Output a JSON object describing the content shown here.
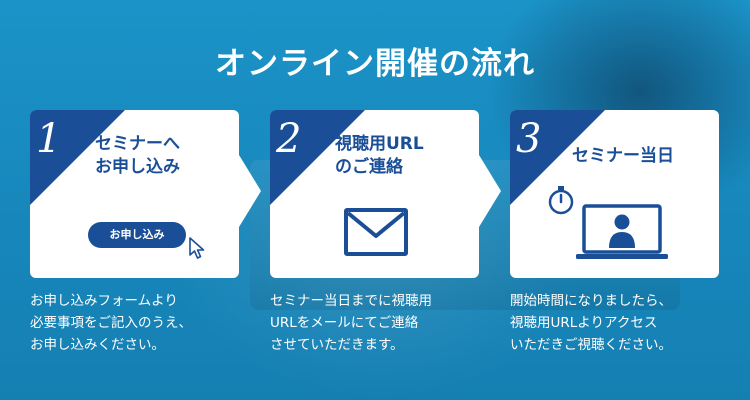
{
  "title": "オンライン開催の流れ",
  "steps": [
    {
      "number": "1",
      "title_lines": [
        "セミナーへ",
        "お申し込み"
      ],
      "button_label": "お申し込み",
      "description_lines": [
        "お申し込みフォームより",
        "必要事項をご記入のうえ、",
        "お申し込みください。"
      ]
    },
    {
      "number": "2",
      "title_lines": [
        "視聴用URL",
        "のご連絡"
      ],
      "description_lines": [
        "セミナー当日までに視聴用",
        "URLをメールにてご連絡",
        "させていただきます。"
      ]
    },
    {
      "number": "3",
      "title_lines": [
        "セミナー当日"
      ],
      "description_lines": [
        "開始時間になりましたら、",
        "視聴用URLよりアクセス",
        "いただきご視聴ください。"
      ]
    }
  ],
  "icons": {
    "step1": "cursor-icon",
    "step2": "envelope-icon",
    "step3": [
      "clock-icon",
      "monitor-icon"
    ]
  },
  "colors": {
    "background": "#1a8fc4",
    "accent_navy": "#1a4f98",
    "card": "#ffffff",
    "text_light": "#ffffff"
  }
}
